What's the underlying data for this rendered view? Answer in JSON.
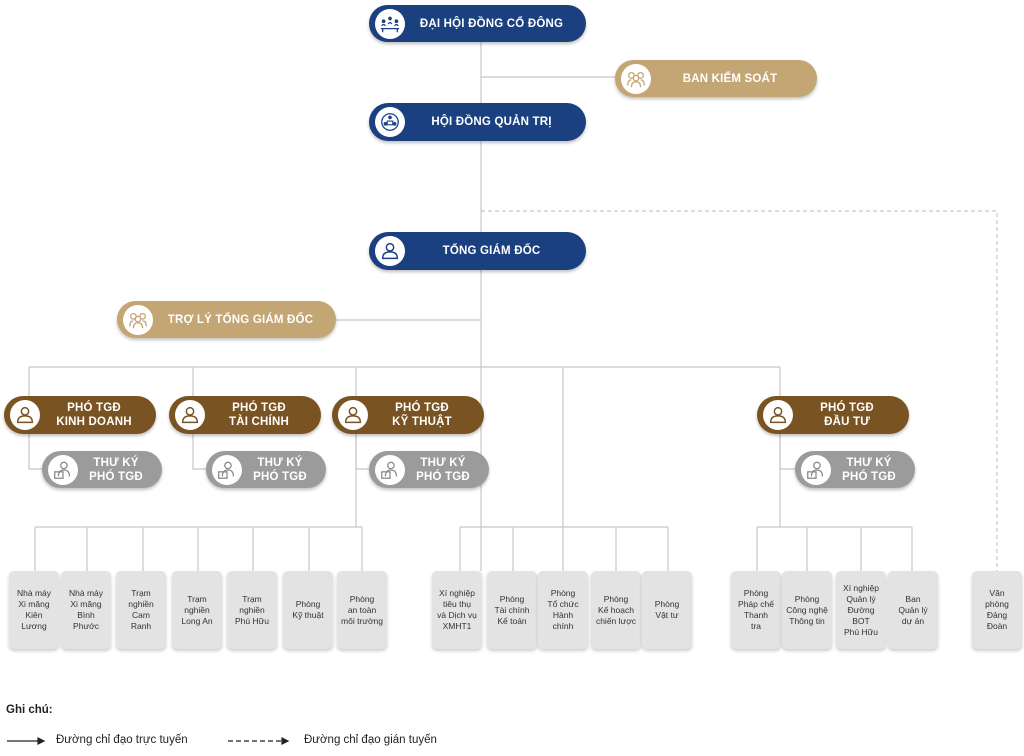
{
  "colors": {
    "navy": "#1b4080",
    "gold": "#c4a574",
    "brown": "#7a5322",
    "grey": "#9b9b9b",
    "box": "#e3e3e3",
    "line": "#c8c8c8"
  },
  "nodes": {
    "shareholders": {
      "label": "ĐẠI HỘI ĐỒNG CỔ ĐÔNG",
      "icon": "meeting-icon"
    },
    "supervisory": {
      "label": "BAN KIỂM SOÁT",
      "icon": "group-icon"
    },
    "board": {
      "label": "HỘI ĐỒNG QUẢN TRỊ",
      "icon": "board-icon"
    },
    "ceo": {
      "label": "TỔNG GIÁM ĐỐC",
      "icon": "person-icon"
    },
    "ceo_assistant": {
      "label": "TRỢ LÝ TỔNG GIÁM ĐỐC",
      "icon": "group-icon"
    },
    "deputy_business": {
      "label": "PHÓ TGĐ\nKINH DOANH",
      "icon": "person-icon"
    },
    "deputy_finance": {
      "label": "PHÓ TGĐ\nTÀI CHÍNH",
      "icon": "person-icon"
    },
    "deputy_technical": {
      "label": "PHÓ TGĐ\nKỸ THUẬT",
      "icon": "person-icon"
    },
    "deputy_investment": {
      "label": "PHÓ TGĐ\nĐẦU TƯ",
      "icon": "person-icon"
    },
    "secretary": {
      "label": "THƯ KÝ\nPHÓ TGĐ",
      "icon": "secretary-icon"
    }
  },
  "units": [
    "Nhà máy\nXi măng\nKiên\nLương",
    "Nhà  máy\nXi măng\nBình\nPhước",
    "Trạm\nnghiền\nCam\nRanh",
    "Trạm\nnghiền\nLong An",
    "Trạm\nnghiền\nPhú Hữu",
    "Phòng\nKỹ thuật",
    "Phòng\nan toàn\nmôi trường",
    "Xí nghiệp\ntiêu thụ\nvà Dịch vụ\nXMHT1",
    "Phòng\nTài chính\nKế toán",
    "Phòng\nTổ chức\nHành\nchính",
    "Phòng\nKế hoạch\nchiến lược",
    "Phòng\nVật tư",
    "Phòng\nPháp chế\nThanh\ntra",
    "Phòng\nCông nghệ\nThông tin",
    "Xí nghiệp\nQuản lý\nĐường\nBOT\nPhú Hữu",
    "Ban\nQuản lý\ndự án",
    "Văn\nphòng\nĐảng\nĐoàn"
  ],
  "legend": {
    "title": "Ghi chú:",
    "direct": "Đường chỉ đạo trực tuyến",
    "indirect": "Đường chỉ đạo gián tuyến"
  }
}
